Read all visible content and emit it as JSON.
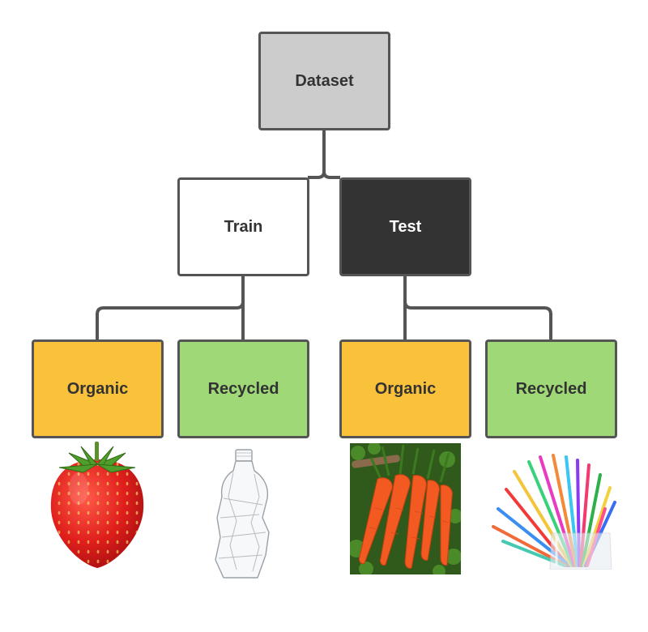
{
  "root": {
    "label": "Dataset",
    "fill": "#cccccc"
  },
  "splits": [
    {
      "label": "Train",
      "fill": "#ffffff",
      "text_color": "#333333"
    },
    {
      "label": "Test",
      "fill": "#333333",
      "text_color": "#ffffff"
    }
  ],
  "classes": {
    "train": [
      {
        "label": "Organic",
        "fill": "#fac13a",
        "image": "strawberry"
      },
      {
        "label": "Recycled",
        "fill": "#9ed877",
        "image": "plastic-bottle"
      }
    ],
    "test": [
      {
        "label": "Organic",
        "fill": "#fac13a",
        "image": "carrots"
      },
      {
        "label": "Recycled",
        "fill": "#9ed877",
        "image": "drinking-straws"
      }
    ]
  },
  "colors": {
    "connector": "#555555",
    "border": "#555555"
  }
}
